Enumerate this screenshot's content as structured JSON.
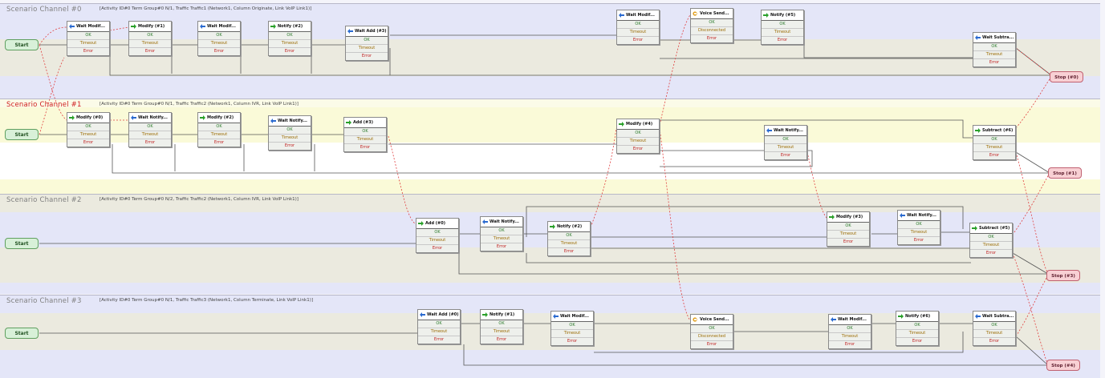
{
  "colors": {
    "channel_bg": "#e4e6f8",
    "row_band": "#ebeadf",
    "channel1_bg": "#fbfbe8",
    "channel1_band": "#fafad8",
    "channel1_title": "#d02020",
    "channel_title": "#808080",
    "wire": "#555555",
    "link": "#e04040"
  },
  "channels": [
    {
      "title": "Scenario Channel #0",
      "info": "[Activity ID#0 Term Group#0 N/1, Traffic Traffic1 (Network1, Column Originate, Link VoIP Link1)]",
      "start_label": "Start",
      "stop_label": "Stop (#0)",
      "nodes": [
        {
          "label": "Wait Modif...",
          "icon": "wait-icon",
          "rows": [
            "OK",
            "Timeout",
            "Error"
          ]
        },
        {
          "label": "Modify (#1)",
          "icon": "arrow-icon",
          "rows": [
            "OK",
            "Timeout",
            "Error"
          ]
        },
        {
          "label": "Wait Modif...",
          "icon": "wait-icon",
          "rows": [
            "OK",
            "Timeout",
            "Error"
          ]
        },
        {
          "label": "Notify (#2)",
          "icon": "arrow-icon",
          "rows": [
            "OK",
            "Timeout",
            "Error"
          ]
        },
        {
          "label": "Wait Add (#3)",
          "icon": "wait-icon",
          "rows": [
            "OK",
            "Timeout",
            "Error"
          ]
        },
        {
          "label": "Wait Modif...",
          "icon": "wait-icon",
          "rows": [
            "OK",
            "Timeout",
            "Error"
          ]
        },
        {
          "label": "Voice Send...",
          "icon": "voice-icon",
          "rows": [
            "OK",
            "Disconnected",
            "Error"
          ]
        },
        {
          "label": "Notify (#5)",
          "icon": "arrow-icon",
          "rows": [
            "OK",
            "Timeout",
            "Error"
          ]
        },
        {
          "label": "Wait Subtra...",
          "icon": "wait-icon",
          "rows": [
            "OK",
            "Timeout",
            "Error"
          ]
        }
      ]
    },
    {
      "title": "Scenario Channel #1",
      "info": "[Activity ID#0 Term Group#0 N/1, Traffic Traffic2 (Network1, Column IVR, Link VoIP Link1)]",
      "start_label": "Start",
      "stop_label": "Stop (#1)",
      "nodes": [
        {
          "label": "Modify (#0)",
          "icon": "arrow-icon",
          "rows": [
            "OK",
            "Timeout",
            "Error"
          ]
        },
        {
          "label": "Wait Notify...",
          "icon": "wait-icon",
          "rows": [
            "OK",
            "Timeout",
            "Error"
          ]
        },
        {
          "label": "Modify (#2)",
          "icon": "arrow-icon",
          "rows": [
            "OK",
            "Timeout",
            "Error"
          ]
        },
        {
          "label": "Wait Notify...",
          "icon": "wait-icon",
          "rows": [
            "OK",
            "Timeout",
            "Error"
          ]
        },
        {
          "label": "Add (#3)",
          "icon": "arrow-icon",
          "rows": [
            "OK",
            "Timeout",
            "Error"
          ]
        },
        {
          "label": "Modify (#4)",
          "icon": "arrow-icon",
          "rows": [
            "OK",
            "Timeout",
            "Error"
          ]
        },
        {
          "label": "Wait Notify...",
          "icon": "wait-icon",
          "rows": [
            "OK",
            "Timeout",
            "Error"
          ]
        },
        {
          "label": "Subtract (#6)",
          "icon": "arrow-icon",
          "rows": [
            "OK",
            "Timeout",
            "Error"
          ]
        }
      ]
    },
    {
      "title": "Scenario Channel #2",
      "info": "[Activity ID#0 Term Group#0 N/2, Traffic Traffic2 (Network1, Column IVR, Link VoIP Link1)]",
      "start_label": "Start",
      "stop_label": "Stop (#3)",
      "nodes": [
        {
          "label": "Add (#0)",
          "icon": "arrow-icon",
          "rows": [
            "OK",
            "Timeout",
            "Error"
          ]
        },
        {
          "label": "Wait Notify...",
          "icon": "wait-icon",
          "rows": [
            "OK",
            "Timeout",
            "Error"
          ]
        },
        {
          "label": "Notify (#2)",
          "icon": "arrow-icon",
          "rows": [
            "OK",
            "Timeout",
            "Error"
          ]
        },
        {
          "label": "Modify (#3)",
          "icon": "arrow-icon",
          "rows": [
            "OK",
            "Timeout",
            "Error"
          ]
        },
        {
          "label": "Wait Notify...",
          "icon": "wait-icon",
          "rows": [
            "OK",
            "Timeout",
            "Error"
          ]
        },
        {
          "label": "Subtract (#5)",
          "icon": "arrow-icon",
          "rows": [
            "OK",
            "Timeout",
            "Error"
          ]
        }
      ]
    },
    {
      "title": "Scenario Channel #3",
      "info": "[Activity ID#0 Term Group#0 N/1, Traffic Traffic3 (Network1, Column Terminate, Link VoIP Link1)]",
      "start_label": "Start",
      "stop_label": "Stop (#4)",
      "nodes": [
        {
          "label": "Wait Add (#0)",
          "icon": "wait-icon",
          "rows": [
            "OK",
            "Timeout",
            "Error"
          ]
        },
        {
          "label": "Notify (#1)",
          "icon": "arrow-icon",
          "rows": [
            "OK",
            "Timeout",
            "Error"
          ]
        },
        {
          "label": "Wait Modif...",
          "icon": "wait-icon",
          "rows": [
            "OK",
            "Timeout",
            "Error"
          ]
        },
        {
          "label": "Voice Send...",
          "icon": "voice-icon",
          "rows": [
            "OK",
            "Disconnected",
            "Error"
          ]
        },
        {
          "label": "Wait Modif...",
          "icon": "wait-icon",
          "rows": [
            "OK",
            "Timeout",
            "Error"
          ]
        },
        {
          "label": "Notify (#6)",
          "icon": "arrow-icon",
          "rows": [
            "OK",
            "Timeout",
            "Error"
          ]
        },
        {
          "label": "Wait Subtra...",
          "icon": "wait-icon",
          "rows": [
            "OK",
            "Timeout",
            "Error"
          ]
        }
      ]
    }
  ]
}
